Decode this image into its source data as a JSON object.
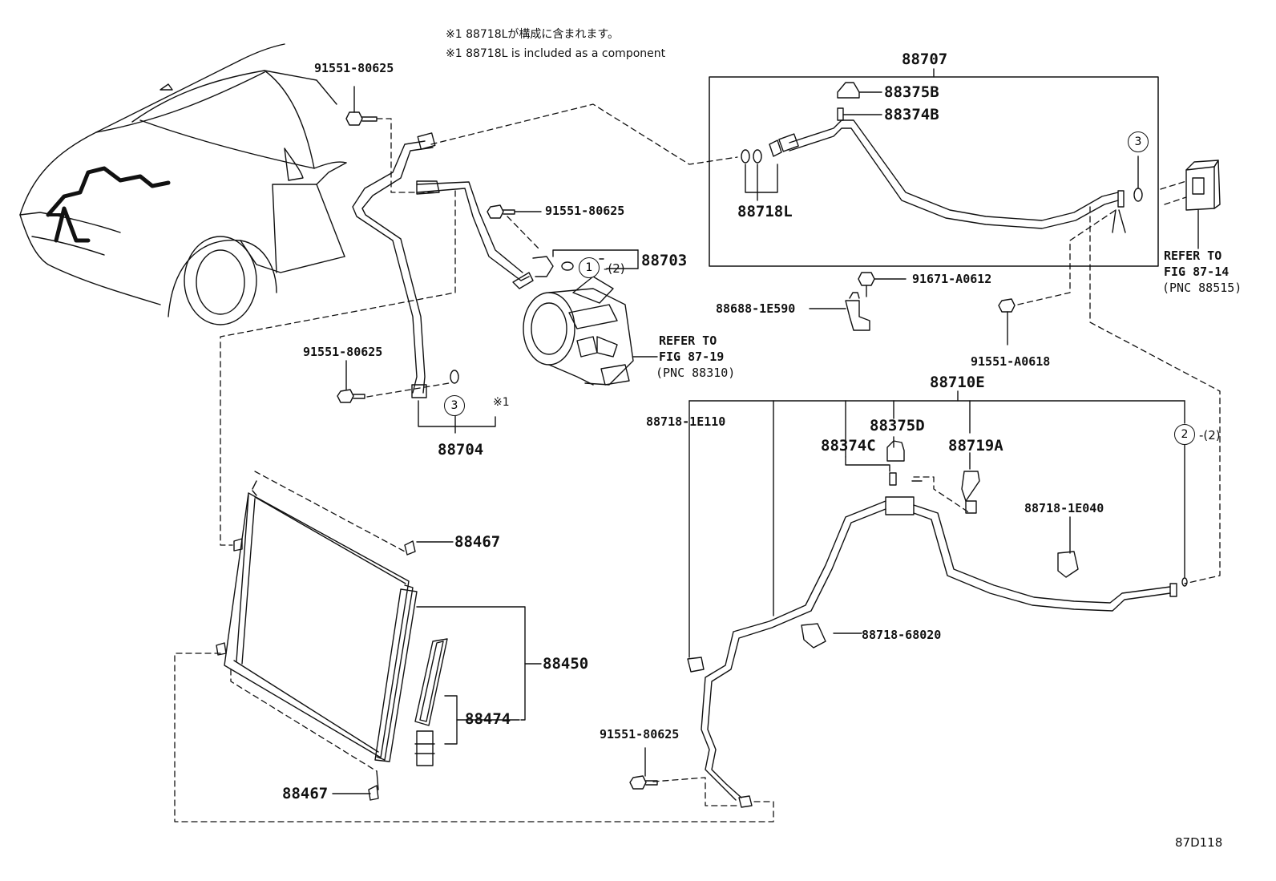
{
  "notes": {
    "jp": "※1 88718Lが構成に含まれます。",
    "en": "※1 88718L is included as a component"
  },
  "figure_code": "87D118",
  "parts": {
    "p88707": "88707",
    "p88375B": "88375B",
    "p88374B": "88374B",
    "p88718L": "88718L",
    "bolt_top": "91551-80625",
    "bolt_mid": "91551-80625",
    "bolt_left": "91551-80625",
    "bolt_bottom": "91551-80625",
    "p88703": "88703",
    "p88704": "88704",
    "p91671": "91671-A0612",
    "p88688": "88688-1E590",
    "p91551A": "91551-A0618",
    "p88710E": "88710E",
    "p88718_1E110": "88718-1E110",
    "p88375D": "88375D",
    "p88374C": "88374C",
    "p88719A": "88719A",
    "p88718_1E040": "88718-1E040",
    "p88718_68020": "88718-68020",
    "p88467_top": "88467",
    "p88467_bottom": "88467",
    "p88450": "88450",
    "p88474": "88474"
  },
  "refs": {
    "compressor": {
      "l1": "REFER TO",
      "l2": "FIG 87-19",
      "l3": "(PNC 88310)"
    },
    "valve": {
      "l1": "REFER TO",
      "l2": "FIG 87-14",
      "l3": "(PNC 88515)"
    }
  },
  "callouts": {
    "c1": "1",
    "c1_qty": "-(2)",
    "c3a": "3",
    "c3b": "3",
    "c2": "2",
    "c2_qty": "-(2)",
    "star": "※1"
  }
}
